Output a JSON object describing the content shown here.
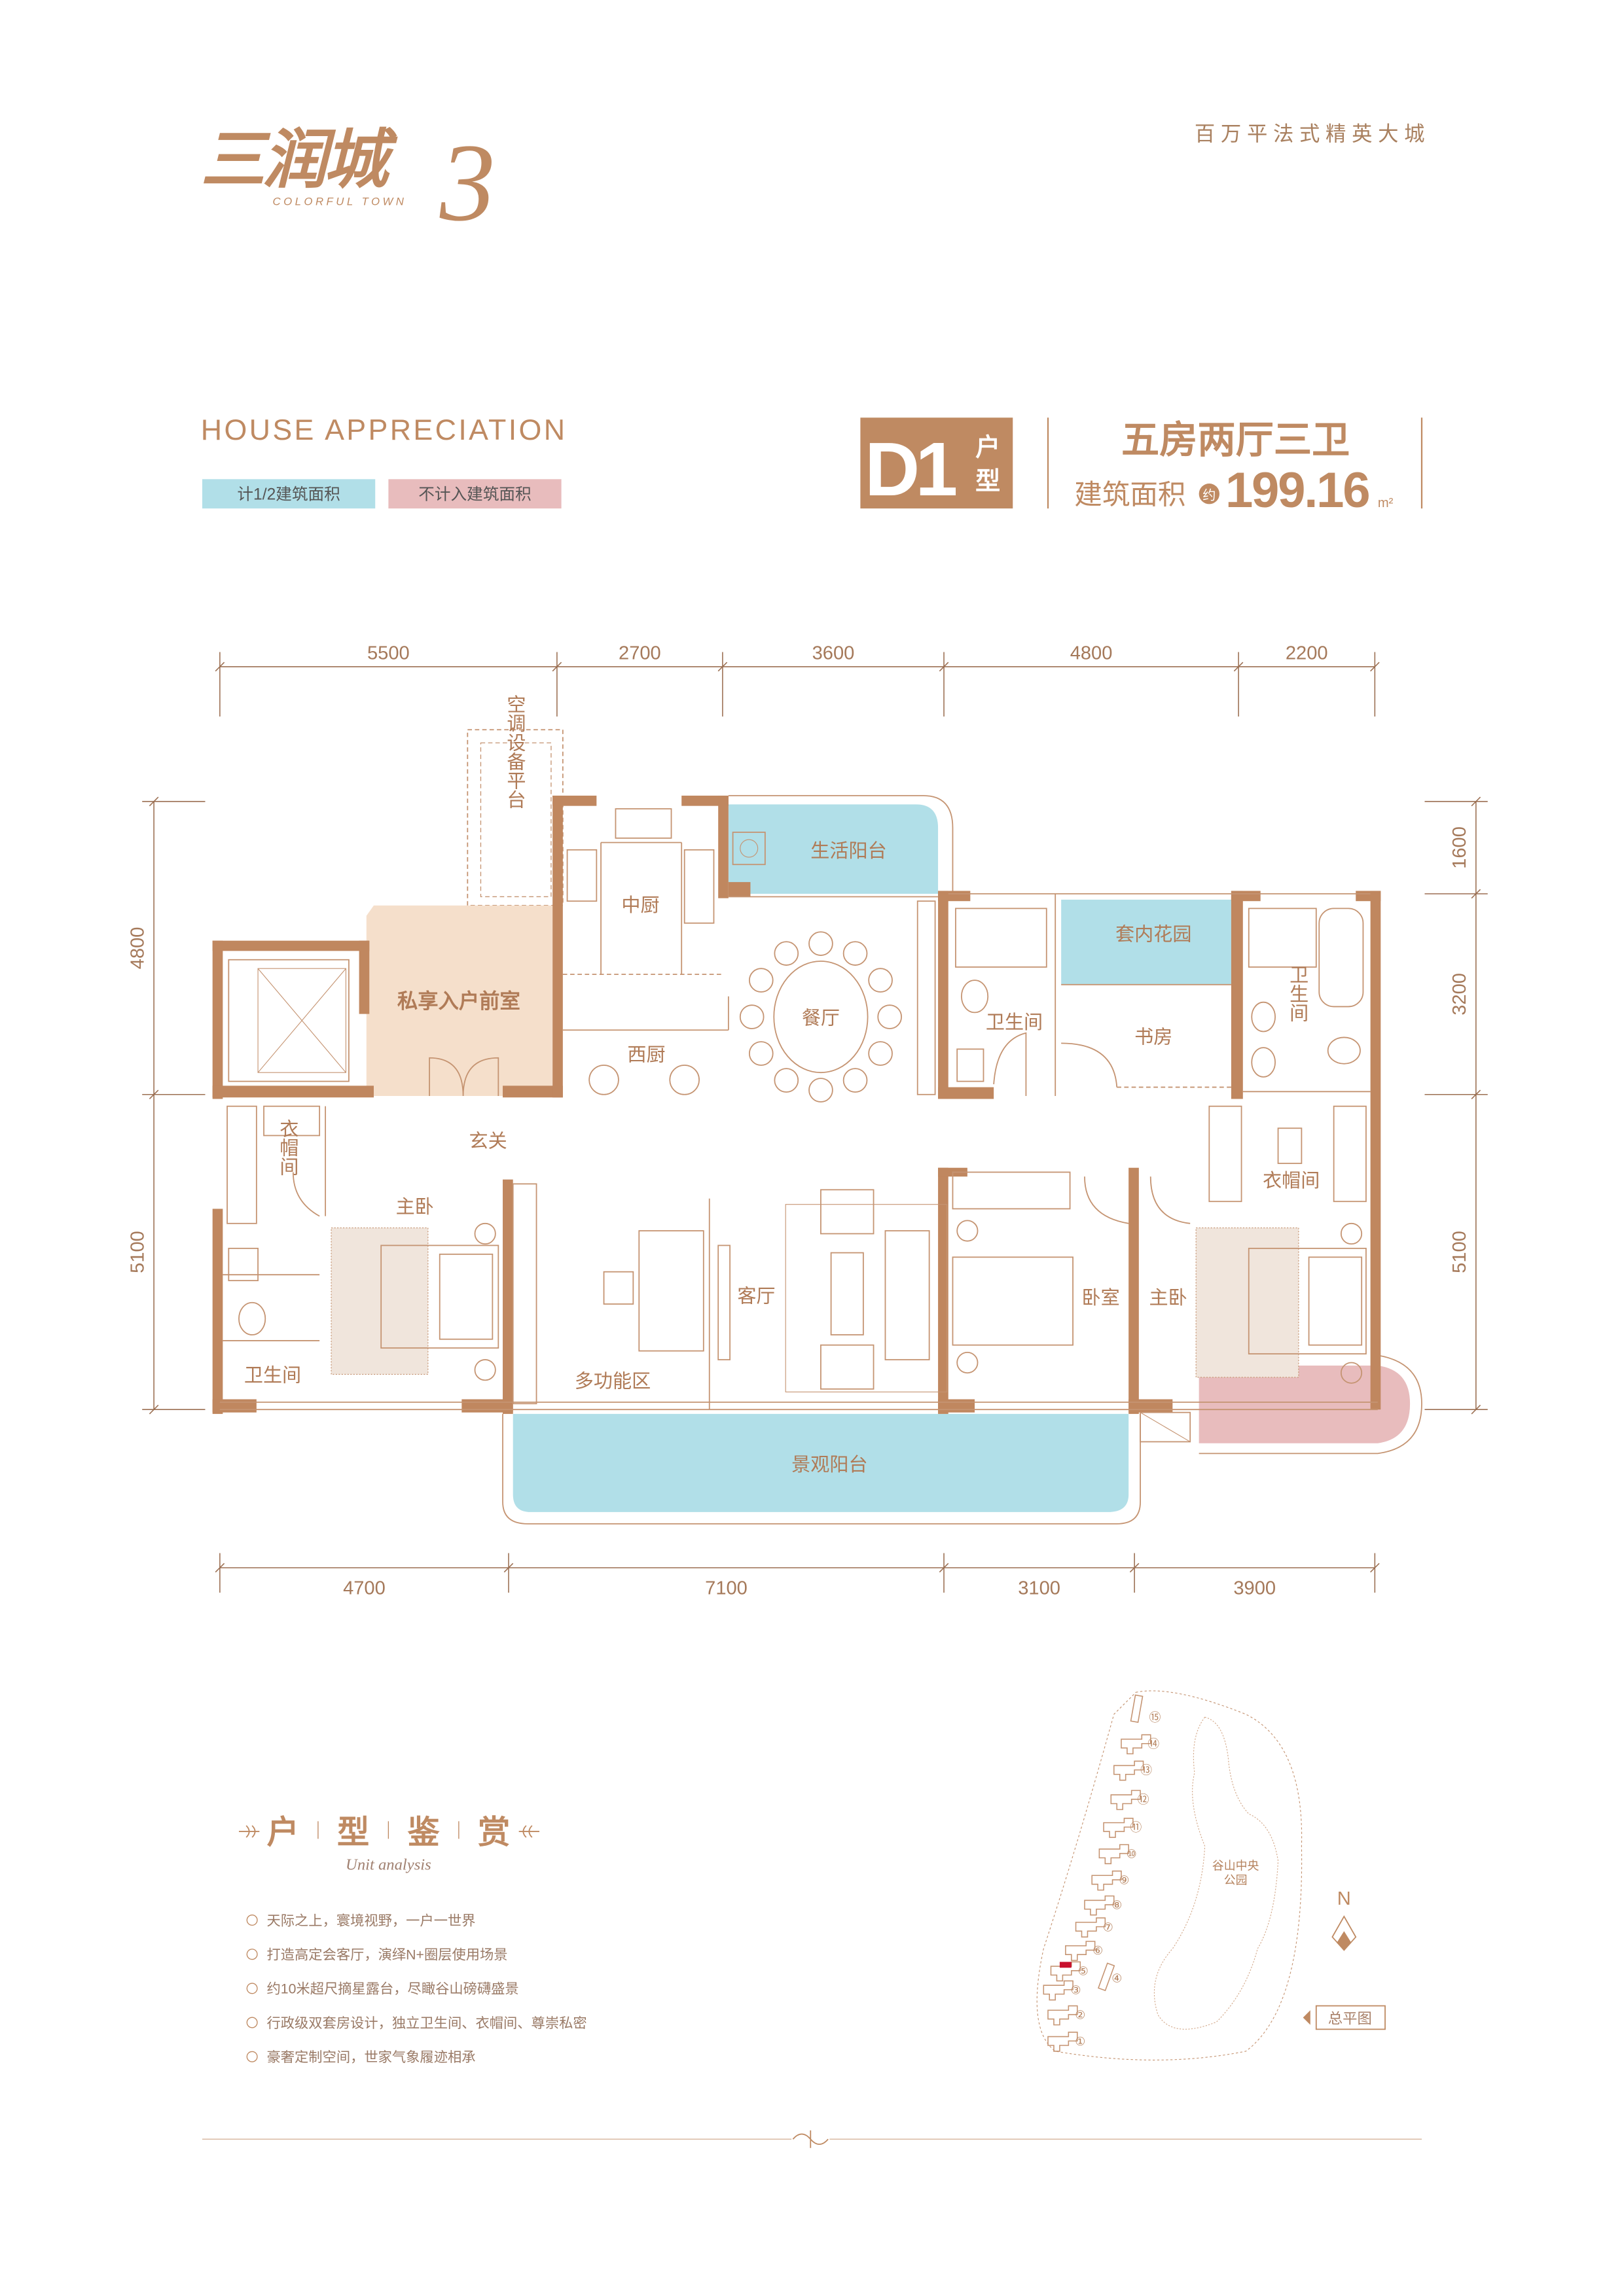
{
  "header": {
    "logo_cn": "三润城",
    "logo_en": "COLORFUL TOWN",
    "logo_num": "3",
    "slogan": "百 万 平 法 式 精 英 大 城"
  },
  "section_title": "HOUSE APPRECIATION",
  "legend": [
    {
      "label": "计1/2建筑面积",
      "color": "#b1dfe8"
    },
    {
      "label": "不计入建筑面积",
      "color": "#e8bcbd"
    }
  ],
  "unit": {
    "code": "D1",
    "type_chars": [
      "户",
      "型"
    ],
    "layout": "五房两厅三卫",
    "area_label": "建筑面积",
    "approx": "约",
    "area": "199.16",
    "area_unit": "m²"
  },
  "dimensions": {
    "top": [
      "5500",
      "2700",
      "3600",
      "4800",
      "2200"
    ],
    "bottom": [
      "4700",
      "7100",
      "3100",
      "3900"
    ],
    "left": [
      "4800",
      "5100"
    ],
    "right": [
      "1600",
      "3200",
      "5100"
    ]
  },
  "rooms": {
    "ac_platform": "空调设备平台",
    "central_kitchen": "中厨",
    "utility_balcony": "生活阳台",
    "private_foyer": "私享入户前室",
    "western_kitchen": "西厨",
    "dining": "餐厅",
    "garden": "套内花园",
    "bath_mid": "卫生间",
    "study": "书房",
    "bath_right": "卫生间",
    "closet_left": "衣帽间",
    "entrance": "玄关",
    "closet_right": "衣帽间",
    "master_left": "主卧",
    "living": "客厅",
    "bedroom": "卧室",
    "master_right": "主卧",
    "bath_left": "卫生间",
    "multi": "多功能区",
    "view_balcony": "景观阳台"
  },
  "analysis": {
    "title_chars": [
      "户",
      "型",
      "鉴",
      "赏"
    ],
    "subtitle": "Unit analysis",
    "points": [
      "天际之上，寰境视野，一户一世界",
      "打造高定会客厅，演绎N+圈层使用场景",
      "约10米超尺摘星露台，尽瞰谷山磅礴盛景",
      "行政级双套房设计，独立卫生间、衣帽间、尊崇私密",
      "豪奢定制空间，世家气象履迹相承"
    ]
  },
  "site_plan": {
    "buildings": [
      "①",
      "②",
      "③",
      "④",
      "⑤",
      "⑥",
      "⑦",
      "⑧",
      "⑨",
      "⑩",
      "⑪",
      "⑫",
      "⑬",
      "⑭",
      "⑮"
    ],
    "highlighted": "⑤",
    "park_line1": "谷山中央",
    "park_line2": "公园",
    "north": "N",
    "button": "总平图"
  },
  "colors": {
    "brand": "#bf8a62",
    "wall": "#c0875f",
    "half_area": "#b1dfe8",
    "excluded_area": "#e8bcbd",
    "foyer": "#f5dfcb",
    "highlight": "#c8102e"
  }
}
